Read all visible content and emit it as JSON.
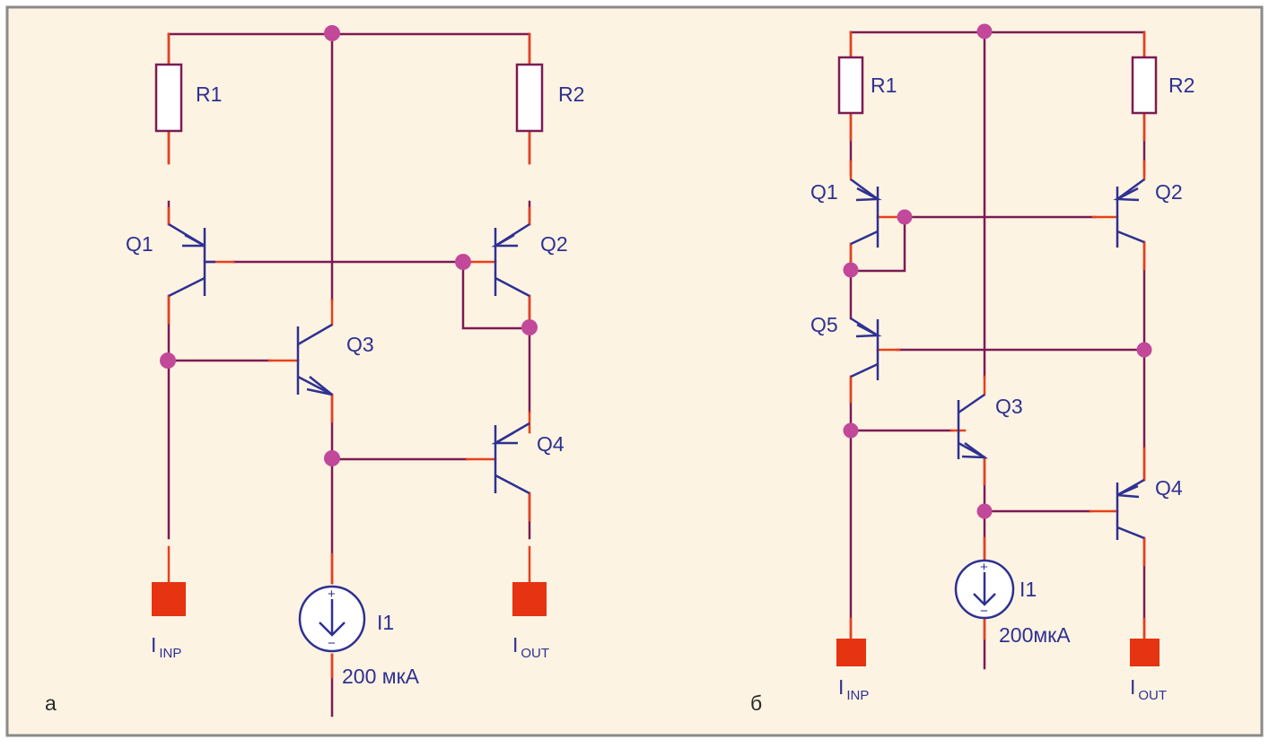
{
  "diagram_a": {
    "panel_label": "а",
    "resistors": [
      "R1",
      "R2"
    ],
    "transistors": [
      "Q1",
      "Q2",
      "Q3",
      "Q4"
    ],
    "source": {
      "name": "I1",
      "value": "200 мкА",
      "plus": "+",
      "minus": "−"
    },
    "terminals": [
      {
        "main": "I",
        "sub": "INP"
      },
      {
        "main": "I",
        "sub": "OUT"
      }
    ]
  },
  "diagram_b": {
    "panel_label": "б",
    "resistors": [
      "R1",
      "R2"
    ],
    "transistors": [
      "Q1",
      "Q2",
      "Q5",
      "Q3",
      "Q4"
    ],
    "source": {
      "name": "I1",
      "value": "200мкА",
      "plus": "+",
      "minus": "−"
    },
    "terminals": [
      {
        "main": "I",
        "sub": "INP"
      },
      {
        "main": "I",
        "sub": "OUT"
      }
    ]
  },
  "colors": {
    "background": "#fdf3e2",
    "frame": "#8a8a8a",
    "wire": "#7b1b55",
    "stub": "#e8401c",
    "symbol": "#2e3192",
    "junction": "#c2489a",
    "terminal": "#e63312"
  }
}
